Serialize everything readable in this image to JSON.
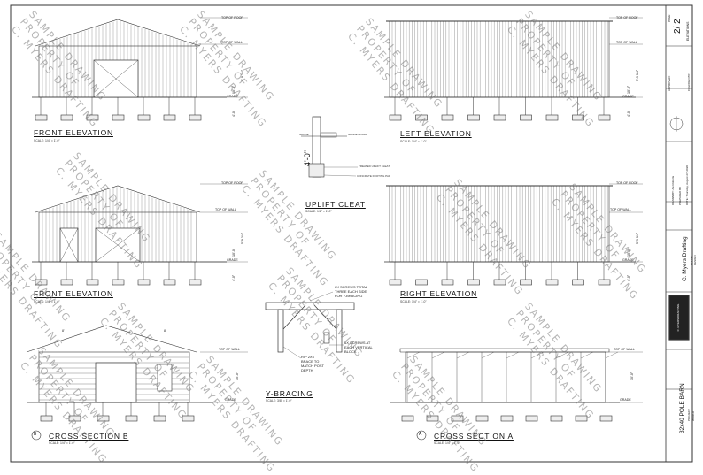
{
  "views": {
    "front_elevation_1": {
      "title": "FRONT ELEVATION",
      "scale": "SCALE: 1/4\" = 1'-0\""
    },
    "front_elevation_2": {
      "title": "FRONT ELEVATION",
      "scale": "SCALE: 1/4\" = 1'-0\""
    },
    "left_elevation": {
      "title": "LEFT ELEVATION",
      "scale": "SCALE: 1/4\" = 1'-0\""
    },
    "right_elevation": {
      "title": "RIGHT ELEVATION",
      "scale": "SCALE: 1/4\" = 1'-0\""
    },
    "cross_section_b": {
      "title": "CROSS SECTION B",
      "scale": "SCALE: 1/4\" = 1'-0\"",
      "marker": "B"
    },
    "cross_section_a": {
      "title": "CROSS SECTION A",
      "scale": "SCALE: 1/4\" = 1'-0\"",
      "marker": "A"
    },
    "uplift_cleat": {
      "title": "UPLIFT CLEAT",
      "scale": "SCALE: 1/2\" = 1'-0\""
    },
    "y_bracing": {
      "title": "Y-BRACING",
      "scale": "SCALE: 3/8\" = 1'-0\""
    }
  },
  "levels": {
    "top_of_roof": "TOP OF ROOF",
    "top_of_wall": "TOP OF WALL",
    "grade": "GRADE"
  },
  "dimensions": {
    "wall": "10'-0\"",
    "roof": "5'-9 3/4\"",
    "post": "4'-0\"",
    "cleat": "4'-0\"",
    "section_span": "8'"
  },
  "uplift_cleat_notes": {
    "grade": "GRADE",
    "grade_board": "GRADE BOARD",
    "treated_cleat": "TREATED UPLIFT CLEAT",
    "footing_pad": "CONCRETE FOOTING PAD"
  },
  "y_bracing_notes": {
    "screws_total": "6X SCREWS TOTAL\nTHREE EACH SIDE\nFOR Y-BRACING",
    "screws_block": "6X SCREWS AT\nEACH VERTICAL\nBLOCK",
    "rip": "RIP 2X6\nBRACE TO\nMATCH POST\nDEPTH"
  },
  "title_block": {
    "page_label": "PAGE:",
    "page_number": "2/ 2",
    "sheet_name": "ELEVATIONS",
    "approved_label": "APPROVED:",
    "checked_by_label": "CHECKED BY:",
    "company": "C. Myers Drafting",
    "company_line2": "HOUSE",
    "company_line3": "DESIGN",
    "drawn_by_label": "DRAWN BY: Ale Roberts",
    "drawn_for_label": "PREPARED BY",
    "date_label": "DATE: Thursday, August 27, 2020",
    "project": "32x40 POLE BARN",
    "project_line2": "PROJECT",
    "project_line3": "WORLD",
    "logo_text": "C. MYERS DRAFTING"
  },
  "watermark": {
    "lines": [
      "SAMPLE DRAWING",
      "PROPERTY OF",
      "C. MYERS DRAFTING"
    ]
  }
}
